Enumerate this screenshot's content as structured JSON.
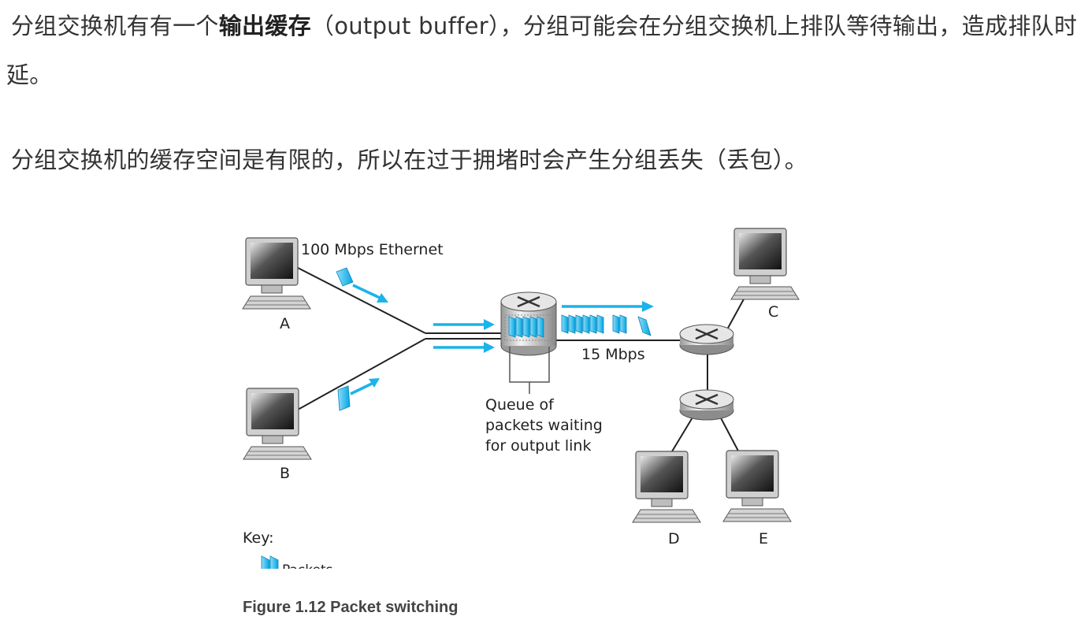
{
  "paragraph1": {
    "prefix": "分组交换机有有一个",
    "bold": "输出缓存",
    "suffix": "（output buffer），分组可能会在分组交换机上排队等待输出，造成排队时延。"
  },
  "paragraph2": "分组交换机的缓存空间是有限的，所以在过于拥堵时会产生分组丢失（丢包）。",
  "figure": {
    "label_link_in": "100 Mbps Ethernet",
    "label_link_out": "15 Mbps",
    "queue_line1": "Queue of",
    "queue_line2": "packets waiting",
    "queue_line3": "for output link",
    "host_a": "A",
    "host_b": "B",
    "host_c": "C",
    "host_d": "D",
    "host_e": "E",
    "key_title": "Key:",
    "key_packets": "Packets",
    "caption": "Figure 1.12 Packet switching"
  },
  "colors": {
    "packet": "#00a6e4",
    "text": "#333333"
  }
}
